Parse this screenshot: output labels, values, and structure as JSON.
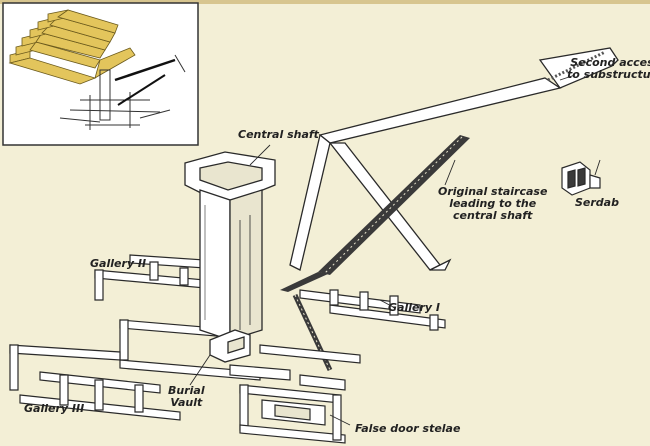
{
  "labels": {
    "central_shaft": "Central shaft",
    "second_access": [
      "Second access",
      "to substructure"
    ],
    "original_staircase": [
      "Original staircase",
      "leading to the",
      "central shaft"
    ],
    "serdab": "Serdab",
    "gallery_2": "Gallery II",
    "gallery_1": "Gallery I",
    "gallery_3": "Gallery III",
    "burial_vault": [
      "Burial",
      "Vault"
    ],
    "false_door": "False door stelae"
  },
  "colors": {
    "background": "#f3efd6",
    "line": "#2a2a2a",
    "fill_light": "#ffffff",
    "fill_shade": "#e9e5cf",
    "pyramid_yellow": "#e3c55c",
    "staircase_dark": "#3a3a3a"
  },
  "icons": {
    "inset": "pyramid-cutaway-thumbnail"
  }
}
